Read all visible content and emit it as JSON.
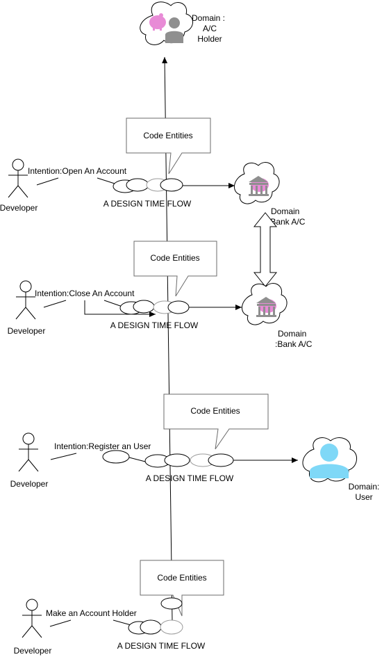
{
  "actors": [
    {
      "label": "Developer"
    },
    {
      "label": "Developer"
    },
    {
      "label": "Developer"
    },
    {
      "label": "Developer"
    }
  ],
  "intentions": [
    {
      "label": "Intention:Open An Account"
    },
    {
      "label": "Intention:Close An Account"
    },
    {
      "label": "Intention:Register an User"
    },
    {
      "label": "Make an Account Holder"
    }
  ],
  "flows": [
    {
      "label": "A DESIGN TIME FLOW"
    },
    {
      "label": "A DESIGN TIME FLOW"
    },
    {
      "label": "A DESIGN TIME FLOW"
    },
    {
      "label": "A DESIGN TIME FLOW"
    }
  ],
  "callouts": [
    {
      "label": "Code Entities"
    },
    {
      "label": "Code Entities"
    },
    {
      "label": "Code Entities"
    },
    {
      "label": "Code Entities"
    }
  ],
  "domains": {
    "ac_holder": {
      "line1": "Domain  :",
      "line2": "A/C",
      "line3": "Holder"
    },
    "bank_ac_1": {
      "line1": "Domain",
      "line2": ":Bank A/C"
    },
    "bank_ac_2": {
      "line1": "Domain",
      "line2": ":Bank A/C"
    },
    "user": {
      "line1": "Domain:",
      "line2": "User"
    }
  },
  "icons": {
    "ac_holder": "piggy-bank-and-user-icon",
    "bank_ac": "bank-building-with-piggy-icon",
    "user": "user-icon"
  },
  "colors": {
    "pink": "#e88bd6",
    "bank_grey": "#8f8f8f",
    "user_blue": "#7fd8f7"
  }
}
